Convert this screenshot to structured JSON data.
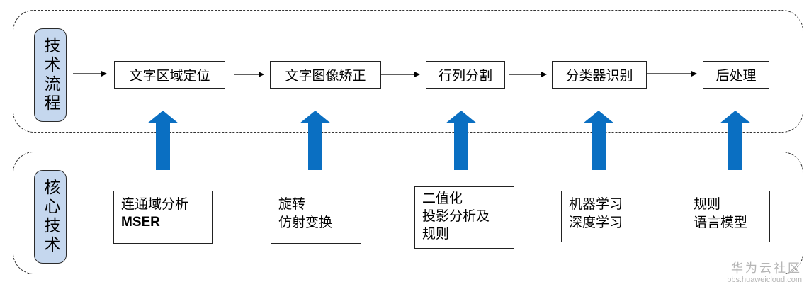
{
  "rows": {
    "process_label": "技术流程",
    "core_label": "核心技术"
  },
  "steps": [
    {
      "label": "文字区域定位"
    },
    {
      "label": "文字图像矫正"
    },
    {
      "label": "行列分割"
    },
    {
      "label": "分类器识别"
    },
    {
      "label": "后处理"
    }
  ],
  "techniques": [
    {
      "lines": [
        "连通域分析",
        "MSER"
      ]
    },
    {
      "lines": [
        "旋转",
        "仿射变换"
      ]
    },
    {
      "lines": [
        "二值化",
        "投影分析及",
        "规则"
      ]
    },
    {
      "lines": [
        "机器学习",
        "深度学习"
      ]
    },
    {
      "lines": [
        "规则",
        "语言模型"
      ]
    }
  ],
  "colors": {
    "label_fill": "#c5d7ee",
    "up_arrow": "#0a6fc2",
    "flow_arrow": "#000000"
  },
  "watermark": {
    "title": "华为云社区",
    "url": "bbs.huaweicloud.com"
  }
}
